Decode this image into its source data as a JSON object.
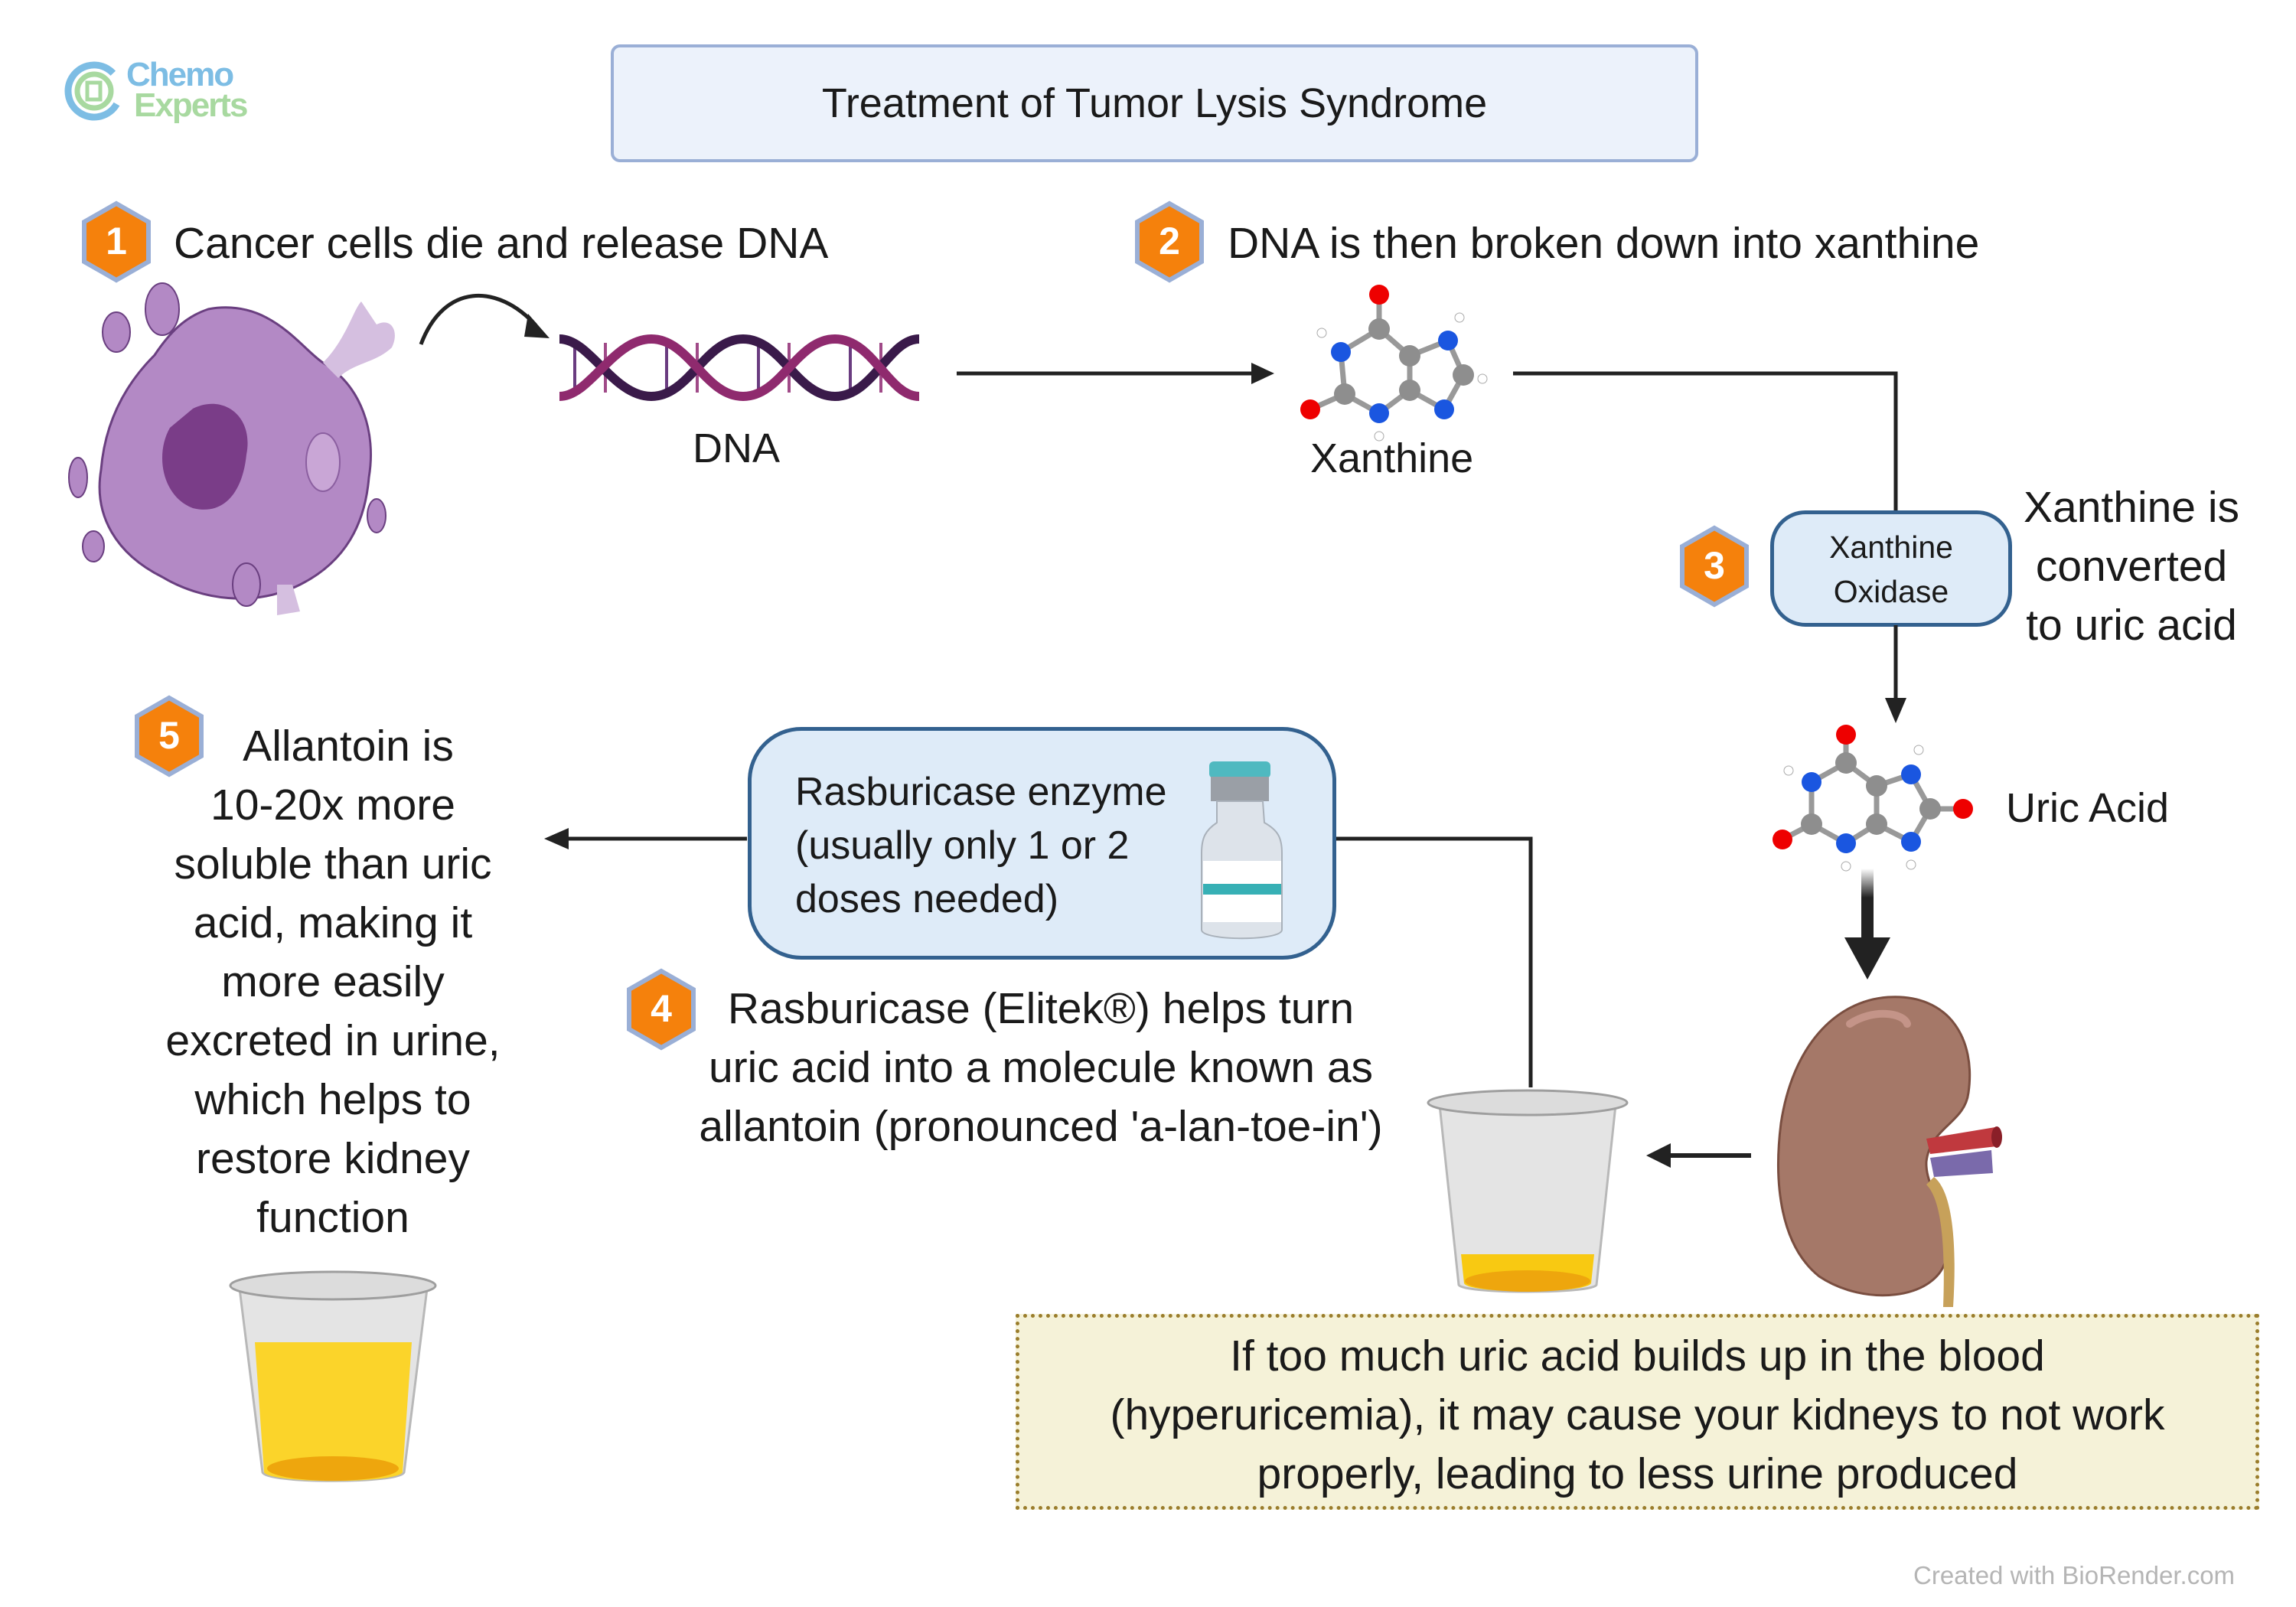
{
  "logo": {
    "line1": "Chemo",
    "line2": "Experts",
    "colors": {
      "blue": "#7dbde4",
      "green": "#a8d9a0"
    }
  },
  "title": "Treatment of Tumor Lysis Syndrome",
  "steps": [
    {
      "number": "1",
      "text": "Cancer cells die and release DNA"
    },
    {
      "number": "2",
      "text": "DNA is then broken down into xanthine"
    },
    {
      "number": "3",
      "text_lines": [
        "Xanthine is",
        "converted",
        "to uric acid"
      ]
    },
    {
      "number": "4",
      "text_lines": [
        "Rasburicase (Elitek®) helps turn",
        "uric acid into a molecule known as",
        "allantoin (pronounced 'a-lan-toe-in')"
      ]
    },
    {
      "number": "5",
      "text_lines": [
        "Allantoin is",
        "10-20x more",
        "soluble than uric",
        "acid, making it",
        "more easily",
        "excreted in urine,",
        "which helps to",
        "restore kidney",
        "function"
      ]
    }
  ],
  "labels": {
    "dna": "DNA",
    "xanthine": "Xanthine",
    "uric_acid": "Uric Acid"
  },
  "enzyme_box": {
    "lines": [
      "Xanthine",
      "Oxidase"
    ]
  },
  "rasburicase_box": {
    "lines": [
      "Rasburicase enzyme",
      "(usually only 1 or 2",
      "doses needed)"
    ]
  },
  "warning_box": {
    "lines": [
      "If too much uric acid builds up in the blood",
      "(hyperuricemia), it may cause your kidneys to not work",
      "properly, leading to less urine produced"
    ]
  },
  "credit": "Created with BioRender.com",
  "icons": {
    "cancer_cell": "cancer-cell-icon",
    "dna": "dna-helix-icon",
    "xanthine": "xanthine-molecule-icon",
    "uric_acid": "uric-acid-molecule-icon",
    "vial": "medicine-vial-icon",
    "kidney": "kidney-icon",
    "cup_low": "urine-cup-low-icon",
    "cup_full": "urine-cup-full-icon"
  },
  "colors": {
    "step_badge": "#f5810c",
    "step_badge_border": "#9aafd6",
    "title_bg": "#ecf2fb",
    "pill_bg": "#deebf8",
    "pill_border": "#33618f",
    "warning_bg": "#f5f2d8",
    "warning_border": "#9a7d2c",
    "arrow": "#222222"
  }
}
